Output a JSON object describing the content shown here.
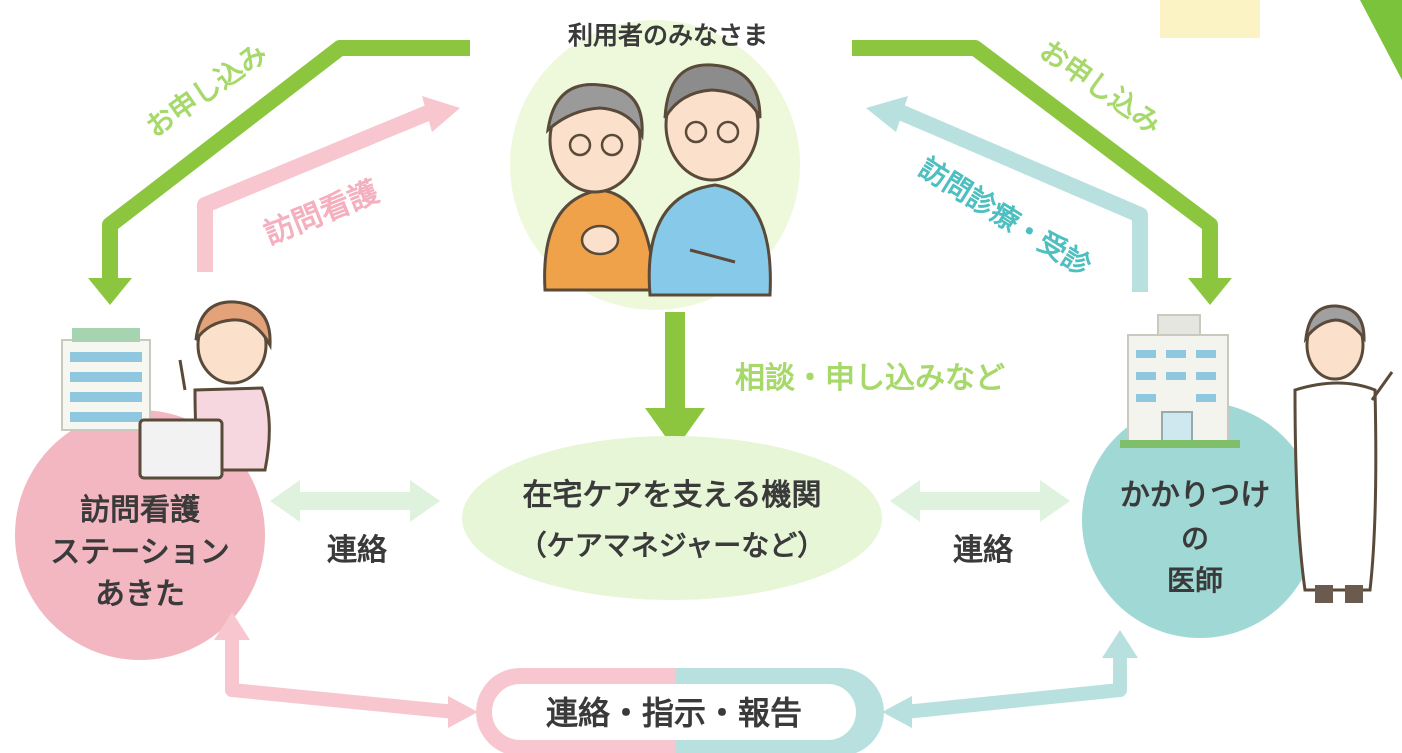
{
  "users_title": "利用者のみなさま",
  "left_node": {
    "line1": "訪問看護",
    "line2": "ステーション",
    "line3": "あきた"
  },
  "right_node": {
    "line1": "かかりつけ",
    "line2": "の",
    "line3": "医師"
  },
  "center_node": {
    "line1": "在宅ケアを支える機関",
    "line2": "（ケアマネジャーなど）"
  },
  "bottom_node": "連絡・指示・報告",
  "labels": {
    "left_apply": "お申し込み",
    "right_apply": "お申し込み",
    "home_nursing": "訪問看護",
    "home_visit_clinic": "訪問診療・受診",
    "consult": "相談・申し込みなど",
    "contact_left": "連絡",
    "contact_right": "連絡"
  },
  "colors": {
    "green": "#8cc63f",
    "pink": "#f7c6cf",
    "pink_circle": "#f2b7c0",
    "teal": "#b8e0de",
    "teal_text": "#4dbfc0",
    "teal_circle": "#9fd8d4",
    "center_oval": "#e7f6d6",
    "top_circle": "#eef9dc",
    "mint_arrow": "#dff2de",
    "text_dark": "#3a3a3a"
  },
  "icons": [
    "elderly-couple-illustration",
    "nurse-illustration",
    "nursing-station-building-icon",
    "hospital-building-icon",
    "doctor-illustration"
  ]
}
